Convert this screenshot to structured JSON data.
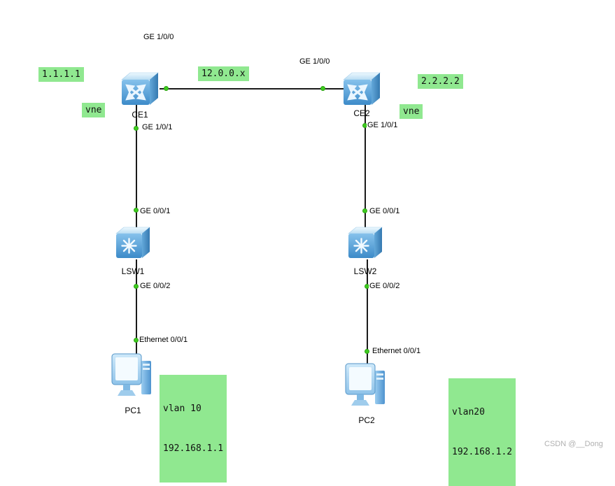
{
  "colors": {
    "highlight": "#90e890",
    "port_dot": "#3ecb1e",
    "link": "#1a1a1a"
  },
  "devices": {
    "ce1": {
      "label": "CE1",
      "type": "router"
    },
    "ce2": {
      "label": "CE2",
      "type": "router"
    },
    "lsw1": {
      "label": "LSW1",
      "type": "switch"
    },
    "lsw2": {
      "label": "LSW2",
      "type": "switch"
    },
    "pc1": {
      "label": "PC1",
      "type": "pc"
    },
    "pc2": {
      "label": "PC2",
      "type": "pc"
    }
  },
  "ports": {
    "ce1_ge_1_0_0": "GE 1/0/0",
    "ce2_ge_1_0_0": "GE 1/0/0",
    "ce1_ge_1_0_1": "GE 1/0/1",
    "ce2_ge_1_0_1": "GE 1/0/1",
    "lsw1_ge_0_0_1": "GE 0/0/1",
    "lsw2_ge_0_0_1": "GE 0/0/1",
    "lsw1_ge_0_0_2": "GE 0/0/2",
    "lsw2_ge_0_0_2": "GE 0/0/2",
    "pc1_ethernet_0_0_1": "Ethernet 0/0/1",
    "pc2_ethernet_0_0_1": "Ethernet 0/0/1"
  },
  "annotations": {
    "ce1_ip": "1.1.1.1",
    "link_subnet": "12.0.0.x",
    "ce2_ip": "2.2.2.2",
    "vne_left": "vne",
    "vne_right": "vne",
    "pc1_vlan": "vlan 10",
    "pc1_ip": "192.168.1.1",
    "pc2_vlan": "vlan20",
    "pc2_ip": "192.168.1.2"
  },
  "watermark": "CSDN @__Dong"
}
